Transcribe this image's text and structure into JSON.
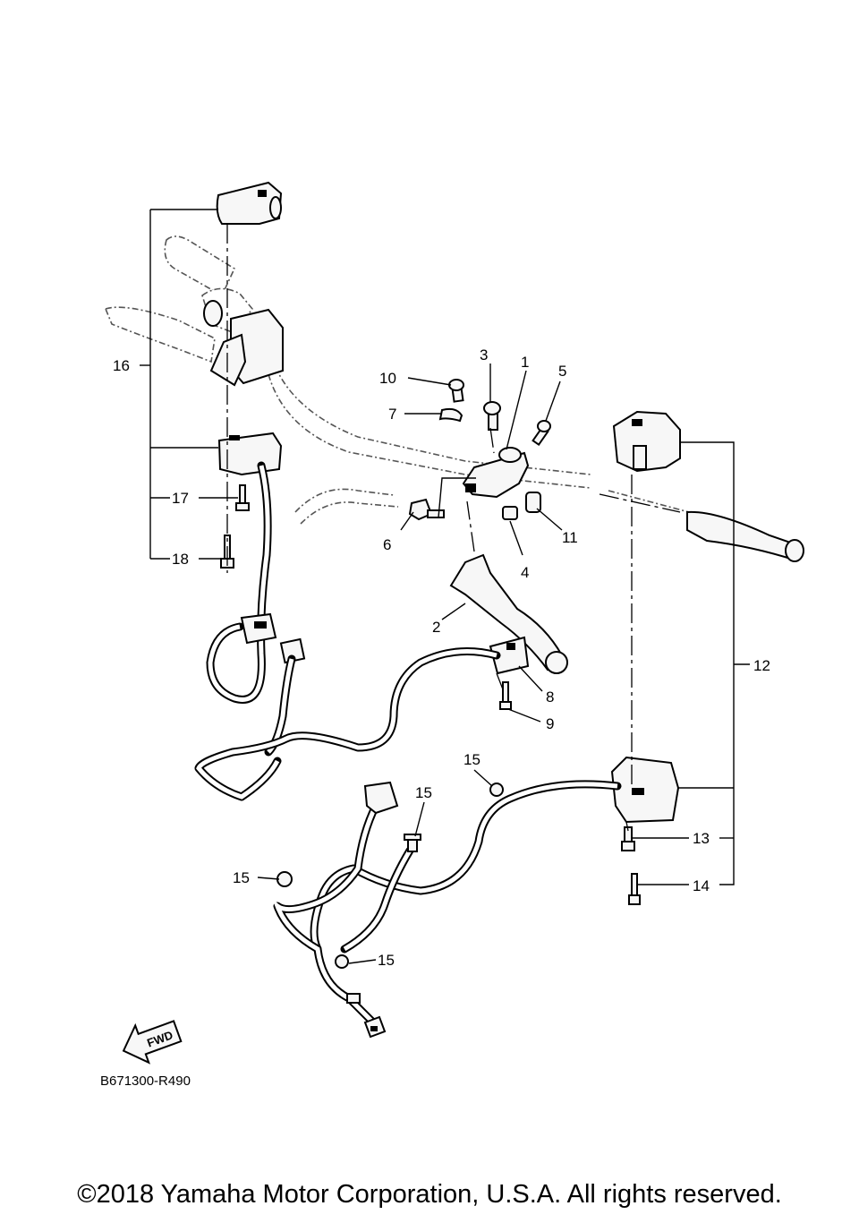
{
  "callouts": [
    {
      "id": "1",
      "label": "1"
    },
    {
      "id": "2",
      "label": "2"
    },
    {
      "id": "3",
      "label": "3"
    },
    {
      "id": "4",
      "label": "4"
    },
    {
      "id": "5",
      "label": "5"
    },
    {
      "id": "6",
      "label": "6"
    },
    {
      "id": "7",
      "label": "7"
    },
    {
      "id": "8",
      "label": "8"
    },
    {
      "id": "9",
      "label": "9"
    },
    {
      "id": "10",
      "label": "10"
    },
    {
      "id": "11",
      "label": "11"
    },
    {
      "id": "12",
      "label": "12"
    },
    {
      "id": "13",
      "label": "13"
    },
    {
      "id": "14",
      "label": "14"
    },
    {
      "id": "15",
      "label": "15"
    },
    {
      "id": "16",
      "label": "16"
    },
    {
      "id": "17",
      "label": "17"
    },
    {
      "id": "18",
      "label": "18"
    }
  ],
  "fwd_arrow": {
    "label": "FWD"
  },
  "drawing_code": "B671300-R490",
  "copyright": "©2018 Yamaha Motor Corporation, U.S.A. All rights reserved."
}
